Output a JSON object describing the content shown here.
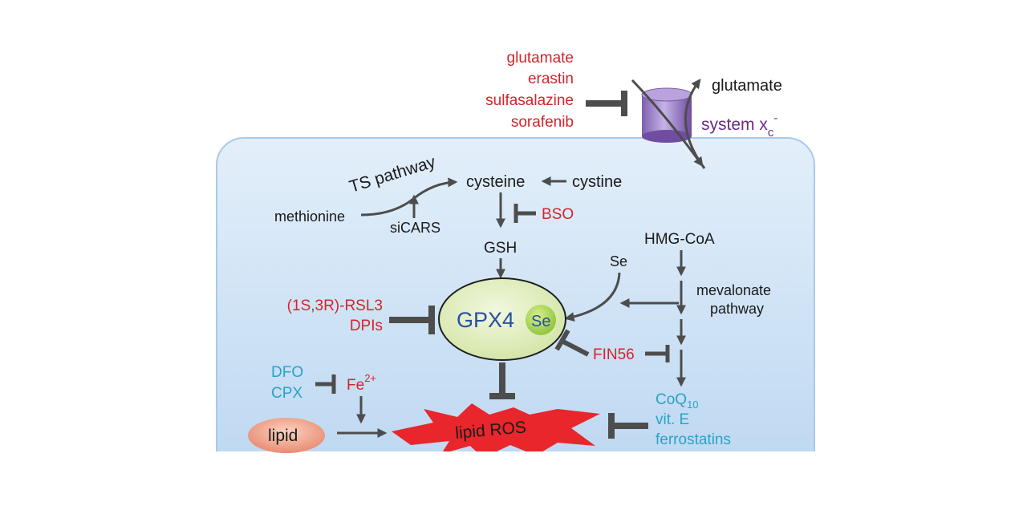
{
  "labels": {
    "glutamate_in": "glutamate",
    "erastin": "erastin",
    "sulfasalazine": "sulfasalazine",
    "sorafenib": "sorafenib",
    "glutamate_out": "glutamate",
    "system_xc_main": "system x",
    "system_xc_sub": "c",
    "system_xc_sup": "-",
    "ts_pathway": "TS pathway",
    "cysteine": "cysteine",
    "cystine": "cystine",
    "methionine": "methionine",
    "sicars": "siCARS",
    "bso": "BSO",
    "gsh": "GSH",
    "hmg_coa": "HMG-CoA",
    "se_free": "Se",
    "mevalonate_1": "mevalonate",
    "mevalonate_2": "pathway",
    "rsl3": "(1S,3R)-RSL3",
    "dpis": "DPIs",
    "gpx4": "GPX4",
    "se_bound": "Se",
    "fin56": "FIN56",
    "dfo": "DFO",
    "cpx": "CPX",
    "fe": "Fe",
    "fe_charge": "2+",
    "lipid": "lipid",
    "lipid_ros": "lipid ROS",
    "coq10_main": "CoQ",
    "coq10_sub": "10",
    "vit_e": "vit. E",
    "ferrostatins": "ferrostatins"
  },
  "colors": {
    "cell_fill": "#cde2f6",
    "inhibitor_red": "#d4242b",
    "antioxidant_cyan": "#27a3c8",
    "transporter_purple": "#6b2b8a",
    "gpx4_blue": "#2a4fa0",
    "lipid_ros_red": "#e8262c",
    "gpx4_fill": "#e3efc5",
    "lipid_fill": "#f0a890"
  }
}
